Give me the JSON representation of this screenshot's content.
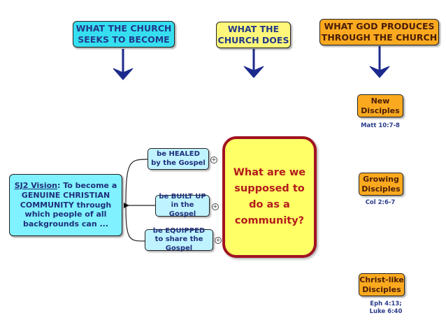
{
  "headers": {
    "seeks": "WHAT THE CHURCH SEEKS TO BECOME",
    "does": "WHAT THE CHURCH DOES",
    "produces": "WHAT GOD PRODUCES THROUGH THE CHURCH"
  },
  "vision": {
    "lead": "SJ2 Vision",
    "rest": ": To become a GENUINE CHRISTIAN COMMUNITY through which people of all backgrounds can ..."
  },
  "branches": [
    {
      "label": "be HEALED by the Gospel"
    },
    {
      "label": "be BUILT UP in the Gospel"
    },
    {
      "label": "be EQUIPPED to share the Gospel"
    }
  ],
  "question": "What are we supposed to do as a community?",
  "outcomes": [
    {
      "label": "New Disciples",
      "ref": "Matt 10:7-8"
    },
    {
      "label": "Growing Disciples",
      "ref": "Col 2:6-7"
    },
    {
      "label": "Christ-like Disciples",
      "ref": "Eph 4:13; Luke 6:40"
    }
  ],
  "expand_symbol": "+",
  "colors": {
    "header_seeks": "#35dff0",
    "header_does": "#fff779",
    "header_produces": "#fbaa1f",
    "arrow": "#1b2a8c",
    "question_bg": "#ffff66",
    "question_border": "#a11321",
    "question_text": "#b31b1b"
  }
}
